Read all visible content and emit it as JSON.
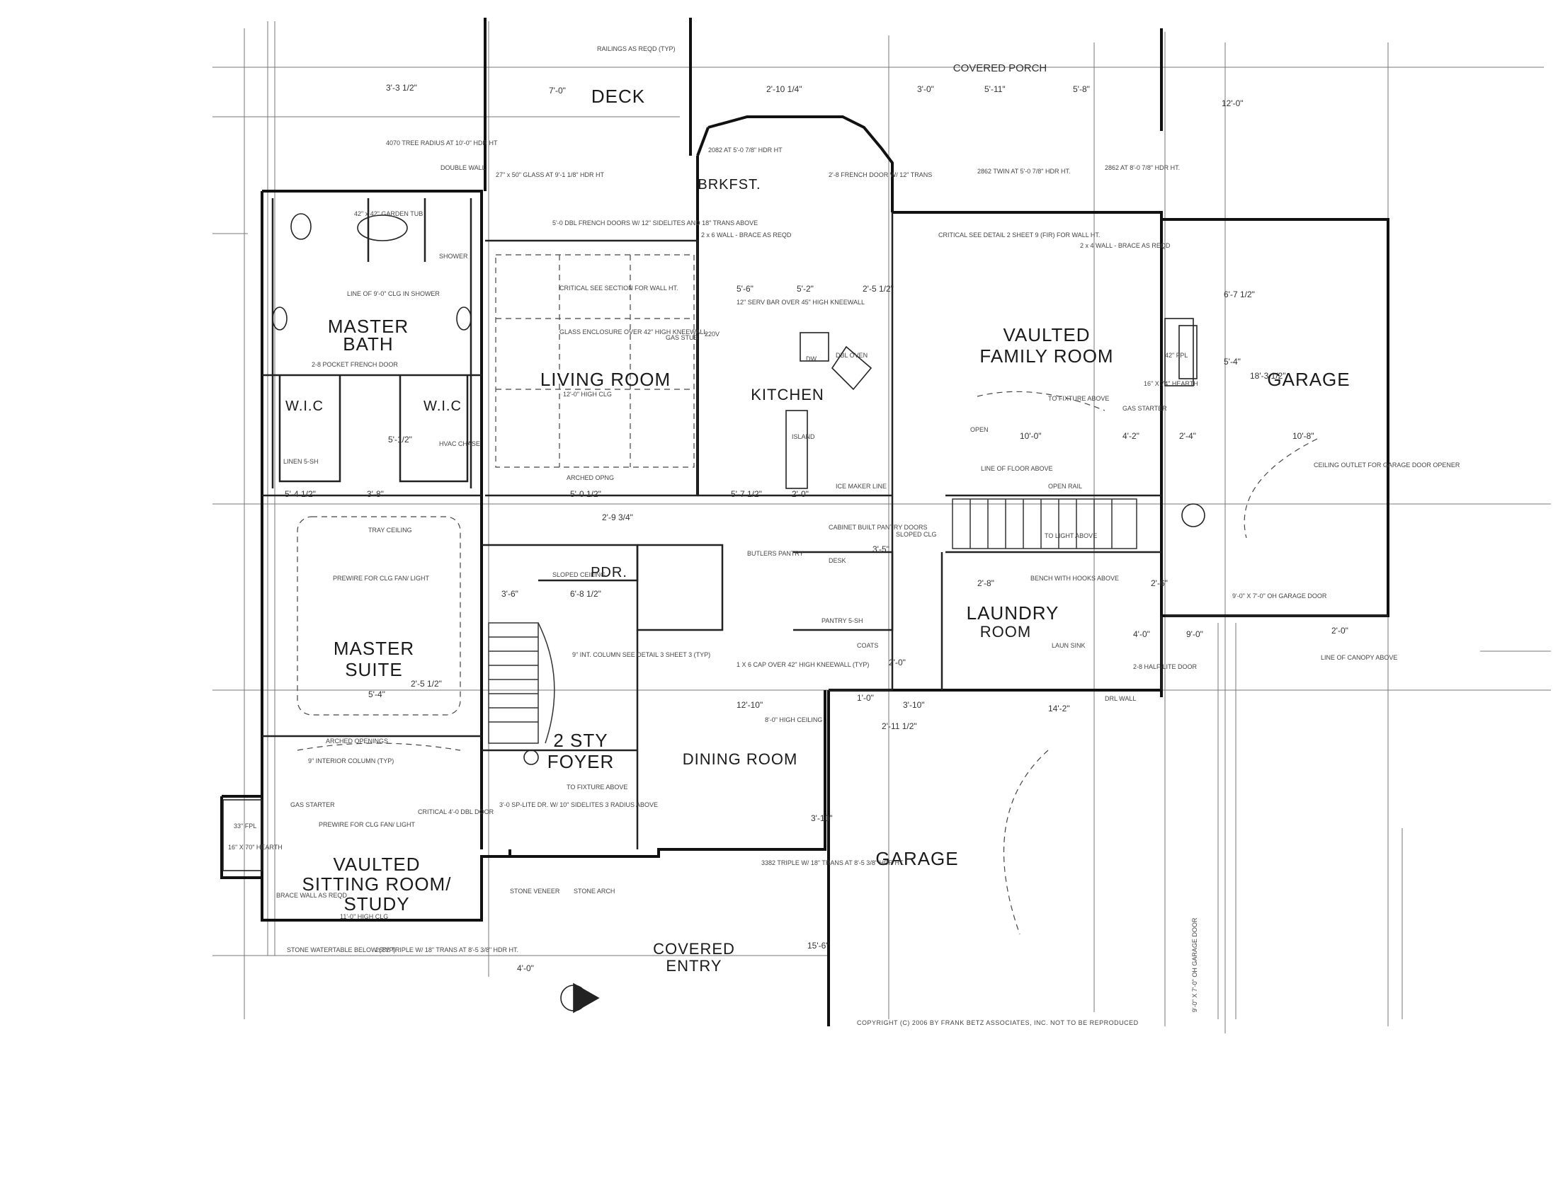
{
  "plan": {
    "rooms": {
      "deck": "DECK",
      "covered_porch": "COVERED PORCH",
      "brkfst": "BRKFST.",
      "vaulted_family_1": "VAULTED",
      "vaulted_family_2": "FAMILY ROOM",
      "garage_right": "GARAGE",
      "master_bath_1": "MASTER",
      "master_bath_2": "BATH",
      "wic_left": "W.I.C",
      "wic_right": "W.I.C",
      "living_room": "LIVING ROOM",
      "kitchen": "KITCHEN",
      "pdr": "PDR.",
      "master_suite_1": "MASTER",
      "master_suite_2": "SUITE",
      "laundry_1": "LAUNDRY",
      "laundry_2": "ROOM",
      "foyer_1": "2 STY",
      "foyer_2": "FOYER",
      "dining_room": "DINING ROOM",
      "garage_bottom": "GARAGE",
      "sitting_1": "VAULTED",
      "sitting_2": "SITTING ROOM/",
      "sitting_3": "STUDY",
      "covered_entry_1": "COVERED",
      "covered_entry_2": "ENTRY"
    },
    "dimensions": {
      "d1": "7'-0\"",
      "d2": "3'-3 1/2\"",
      "d3": "2'-10 1/4\"",
      "d4": "3'-0\"",
      "d5": "5'-11\"",
      "d6": "5'-8\"",
      "d7": "12'-0\"",
      "d8": "5'-6\"",
      "d9": "5'-2\"",
      "d10": "2'-5 1/2\"",
      "d11": "6'-7 1/2\"",
      "d12": "5'-4\"",
      "d13": "18'-3 1/2\"",
      "d14": "5'-4 1/2\"",
      "d15": "3'-8\"",
      "d16": "5'-0 1/2\"",
      "d17": "5'-7 1/2\"",
      "d18": "2'-0\"",
      "d19": "10'-0\"",
      "d20": "4'-2\"",
      "d21": "2'-4\"",
      "d22": "10'-8\"",
      "d23": "6'-8 1/2\"",
      "d24": "3'-6\"",
      "d25": "5'-4\"",
      "d26": "2'-5 1/2\"",
      "d27": "12'-10\"",
      "d28": "3'-10\"",
      "d29": "14'-2\"",
      "d30": "9'-0\"",
      "d31": "4'-0\"",
      "d32": "2'-0\"",
      "d33": "2'-11 1/2\"",
      "d34": "4'-0\"",
      "d35": "15'-6\"",
      "d36": "3'-10\"",
      "d37": "2'-8\"",
      "d38": "2'-6\"",
      "d39": "3'-5\"",
      "d40": "2'-9 3/4\"",
      "d41": "1'-0\"",
      "d42": "2'-0\"",
      "d43": "9'-0\" X 7'-0\" OH GARAGE DOOR",
      "d44": "9'-0\" X 7'-0\" OH GARAGE DOOR",
      "d45": "5'-1/2\""
    },
    "notes": {
      "n1": "RAILINGS AS REQD (TYP)",
      "n2": "27\" x 50\" GLASS AT 9'-1 1/8\" HDR HT",
      "n3": "5'-0 DBL FRENCH DOORS W/ 12\" SIDELITES AND 18\" TRANS ABOVE",
      "n4": "2 x 6 WALL - BRACE AS REQD",
      "n5": "CRITICAL SEE SECTION FOR WALL HT.",
      "n6": "GLASS ENCLOSURE OVER 42\" HIGH KNEEWALL",
      "n7": "12'-0\" HIGH CLG",
      "n8": "ARCHED OPNG",
      "n9": "12\" SERV BAR OVER 45\" HIGH KNEEWALL",
      "n10": "ICE MAKER LINE",
      "n11": "CABINET BUILT PANTRY DOORS",
      "n12": "TO FIXTURE ABOVE",
      "n13": "16\" X 74\" HEARTH",
      "n14": "GAS STARTER",
      "n15": "OPEN RAIL",
      "n16": "LINE OF FLOOR ABOVE",
      "n17": "CEILING OUTLET FOR GARAGE DOOR OPENER",
      "n18": "TRAY CEILING",
      "n19": "PREWIRE FOR CLG FAN/ LIGHT",
      "n20": "ARCHED OPENINGS",
      "n21": "9\" INTERIOR COLUMN (TYP)",
      "n22": "SLOPED CEILING",
      "n23": "BUTLERS PANTRY",
      "n24": "BENCH WITH HOOKS ABOVE",
      "n25": "2-8 HALF-LITE DOOR",
      "n26": "LINE OF CANOPY ABOVE",
      "n27": "1 X 6 CAP OVER 42\" HIGH KNEEWALL (TYP)",
      "n28": "9\" INT. COLUMN SEE DETAIL 3 SHEET 3 (TYP)",
      "n29": "8'-0\" HIGH CEILING",
      "n30": "TO FIXTURE ABOVE",
      "n31": "3'-0 SP-LITE DR. W/ 10\" SIDELITES 3 RADIUS ABOVE",
      "n32": "STONE VENEER",
      "n33": "STONE ARCH",
      "n34": "3382 TRIPLE W/ 18\" TRANS AT 8'-5 3/8\" HDR HT.",
      "n35": "STONE WATERTABLE BELOW (TYP)",
      "n36": "2682 TRIPLE W/ 18\" TRANS AT 8'-5 3/8\" HDR HT.",
      "n37": "BRACE WALL AS REQD",
      "n38": "11'-0\" HIGH CLG",
      "n39": "GAS STARTER",
      "n40": "33\" FPL",
      "n41": "16\" X 70\" HEARTH",
      "n42": "CRITICAL 4'-0 DBL DOOR",
      "n43": "PREWIRE FOR CLG FAN/ LIGHT",
      "n44": "SLOPED CLG",
      "n45": "COATS",
      "n46": "OPEN",
      "n47": "TO LIGHT ABOVE",
      "n48": "DOUBLE WALL",
      "n49": "4070 TREE RADIUS AT 10'-0\" HDR HT",
      "n50": "LINE OF 9'-0\" CLG IN SHOWER",
      "n51": "42\" x 42\" GARDEN TUB",
      "n52": "SHOWER",
      "n53": "2-8 POCKET FRENCH DOOR",
      "n54": "HVAC CHASE",
      "n55": "LINEN 5-SH",
      "n56": "220V",
      "n57": "GAS STUB",
      "n58": "DBL OVEN",
      "n59": "DW",
      "n60": "ISLAND",
      "n61": "42\" FPL",
      "n62": "CRITICAL SEE DETAIL 2 SHEET 9 (FIR) FOR WALL HT.",
      "n63": "2 x 4 WALL - BRACE AS REQD",
      "n64": "2862 TWIN AT 5'-0 7/8\" HDR HT.",
      "n65": "2862 AT 8'-0 7/8\" HDR HT.",
      "n66": "2'-8 FRENCH DOOR W/ 12\" TRANS",
      "n67": "2082 AT 5'-0 7/8\" HDR HT",
      "n68": "PANTRY 5-SH",
      "n69": "DESK",
      "n70": "LAUN SINK",
      "n71": "DRL WALL"
    },
    "copyright": "COPYRIGHT (C) 2006 BY FRANK BETZ ASSOCIATES, INC. NOT TO BE REPRODUCED"
  }
}
